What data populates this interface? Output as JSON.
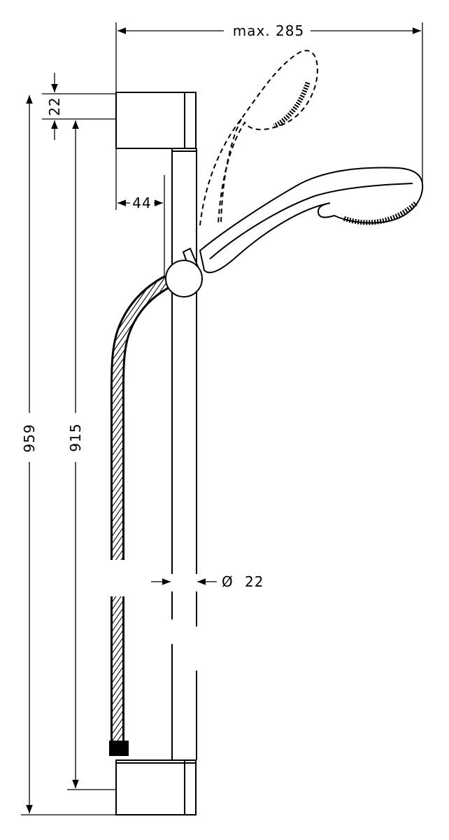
{
  "dimensions": {
    "max_reach": "max. 285",
    "top_clearance": "22",
    "wall_offset": "44",
    "total_height": "959",
    "rail_height": "915",
    "rail_diameter": "22",
    "diameter_symbol": "Ø"
  }
}
